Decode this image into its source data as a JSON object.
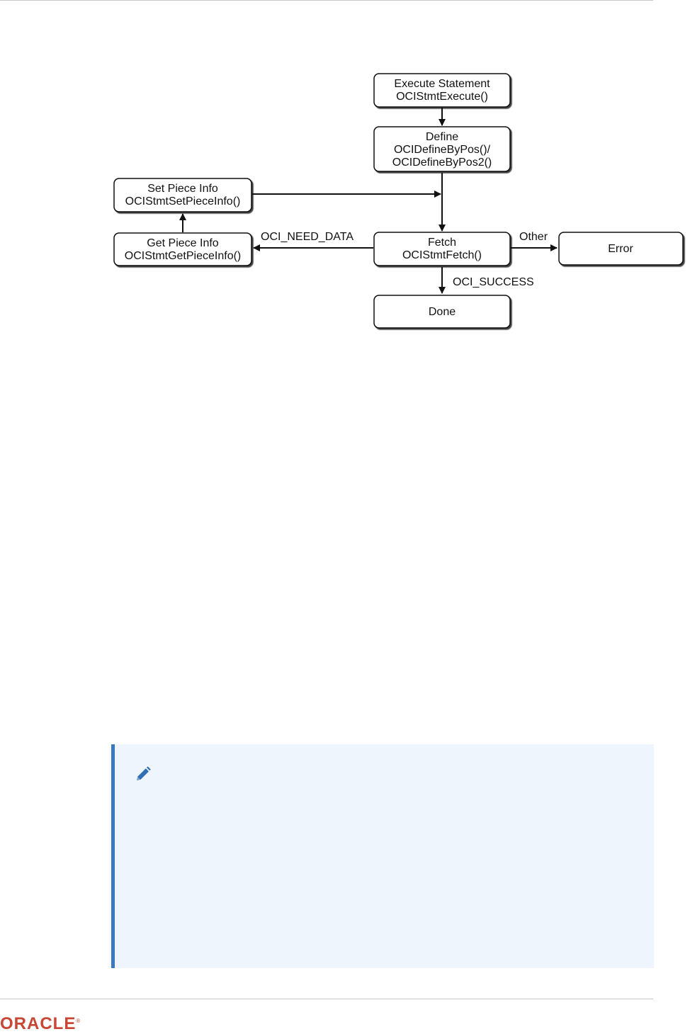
{
  "diagram": {
    "nodes": {
      "execute": [
        "Execute Statement",
        "OCIStmtExecute()"
      ],
      "define": [
        "Define",
        "OCIDefineByPos()/",
        "OCIDefineByPos2()"
      ],
      "set_piece": [
        "Set Piece Info",
        "OCIStmtSetPieceInfo()"
      ],
      "get_piece": [
        "Get Piece Info",
        "OCIStmtGetPieceInfo()"
      ],
      "fetch": [
        "Fetch",
        "OCIStmtFetch()"
      ],
      "error": [
        "Error"
      ],
      "done": [
        "Done"
      ]
    },
    "edges": {
      "need_data": "OCI_NEED_DATA",
      "other": "Other",
      "success": "OCI_SUCCESS"
    }
  },
  "footer": {
    "logo_text": "ORACLE",
    "logo_mark": "®"
  },
  "note": {
    "icon": "pencil-icon"
  }
}
